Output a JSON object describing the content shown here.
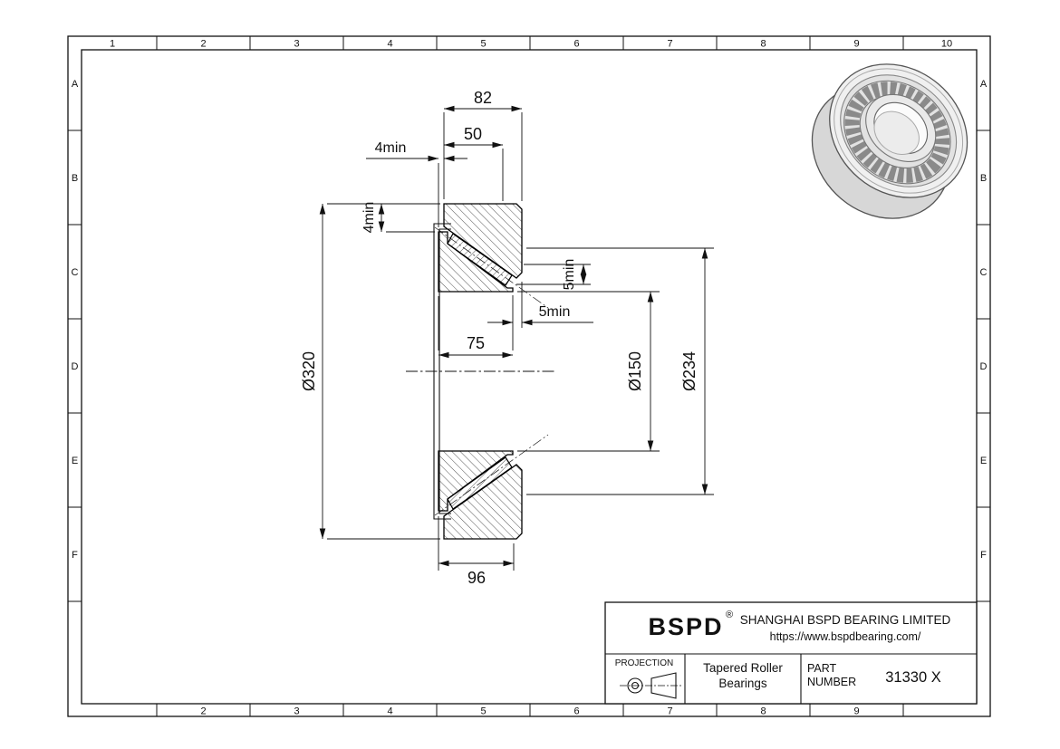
{
  "sheet": {
    "grid": {
      "top_columns": [
        "1",
        "2",
        "3",
        "4",
        "5",
        "6",
        "7",
        "8",
        "9",
        "10"
      ],
      "bottom_columns": [
        "2",
        "3",
        "4",
        "5",
        "6",
        "7",
        "8",
        "9"
      ],
      "side_rows": [
        "A",
        "B",
        "C",
        "D",
        "E",
        "F"
      ]
    },
    "dimensions": {
      "overall_width": "82",
      "cup_width": "50",
      "back_clearance_axial": "4min",
      "back_clearance_radial": "4min",
      "front_clearance_radial": "5min",
      "front_clearance_axial": "5min",
      "cone_width": "75",
      "mount_dimension": "96",
      "outside_diameter": "Ø320",
      "bore_diameter": "Ø150",
      "cup_inner_diameter": "Ø234"
    },
    "title_block": {
      "logo": "BSPD",
      "logo_reg": "®",
      "company": "SHANGHAI BSPD BEARING LIMITED",
      "website": "https://www.bspdbearing.com/",
      "projection_label": "PROJECTION",
      "product_line1": "Tapered Roller",
      "product_line2": "Bearings",
      "part_label_line1": "PART",
      "part_label_line2": "NUMBER",
      "part_number": "31330 X"
    },
    "colors": {
      "line": "#111111",
      "background": "#ffffff",
      "hatch": "#2a2a2a"
    }
  }
}
